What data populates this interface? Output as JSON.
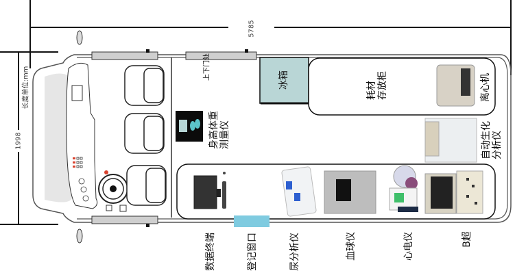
{
  "dimensions": {
    "length": "5785",
    "width": "1998",
    "unit_note": "长度单位:mm"
  },
  "labels": {
    "door": "上下门处",
    "height_weight": "身高体重\n测量仪",
    "fridge": "冰箱",
    "cabinet": "耗材\n存放柜",
    "centrifuge": "离心机",
    "biochem": "自动生化\n分析仪",
    "data_terminal": "数据终端",
    "registration_window": "登记窗口",
    "urine_analyzer": "尿分析仪",
    "blood_counter": "血球仪",
    "ecg": "心电仪",
    "ultrasound": "B超"
  },
  "colors": {
    "fridge": "#b9d6d6",
    "window": "#7fcbe0",
    "rail": "#cfcfcf",
    "accent_red": "#d9432f"
  }
}
